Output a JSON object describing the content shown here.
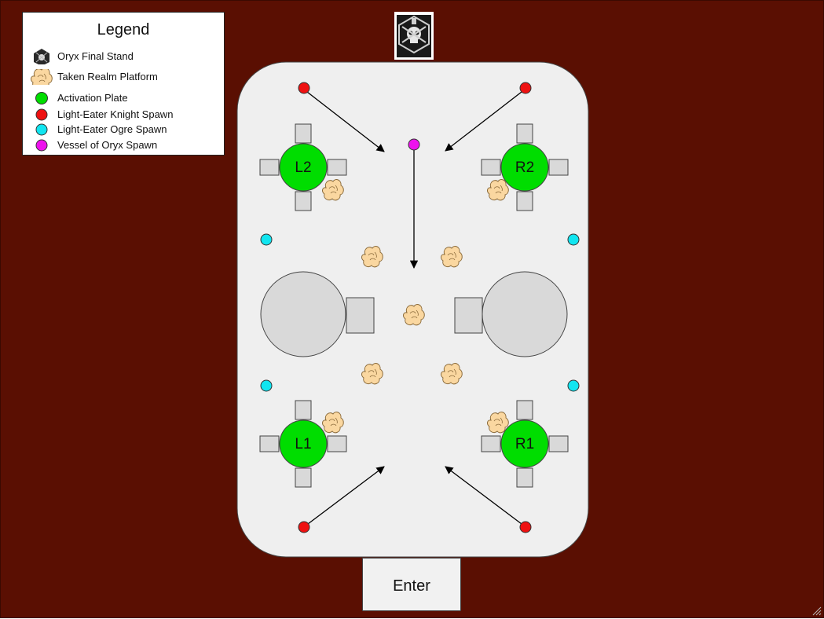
{
  "legend": {
    "title": "Legend",
    "items": [
      {
        "label": "Oryx Final Stand",
        "icon": "oryx-emblem-icon"
      },
      {
        "label": "Taken Realm Platform",
        "icon": "taken-platform-icon",
        "color": "#fad7a0"
      },
      {
        "label": "Activation Plate",
        "icon": "activation-plate-icon",
        "color": "#00dd00"
      },
      {
        "label": "Light-Eater Knight Spawn",
        "icon": "knight-spawn-icon",
        "color": "#ee1111"
      },
      {
        "label": "Light-Eater Ogre Spawn",
        "icon": "ogre-spawn-icon",
        "color": "#11e5f0"
      },
      {
        "label": "Vessel of Oryx Spawn",
        "icon": "vessel-spawn-icon",
        "color": "#ee11ee"
      }
    ]
  },
  "plates": {
    "l2": "L2",
    "r2": "R2",
    "l1": "L1",
    "r1": "R1"
  },
  "entrance": {
    "label": "Enter"
  },
  "colors": {
    "background": "#5a0f02",
    "arena": "#efefef",
    "plate": "#00dd00",
    "knight": "#ee1111",
    "ogre": "#11e5f0",
    "vessel": "#ee11ee",
    "platform": "#fad7a0",
    "pillar": "#d9d9d9"
  }
}
